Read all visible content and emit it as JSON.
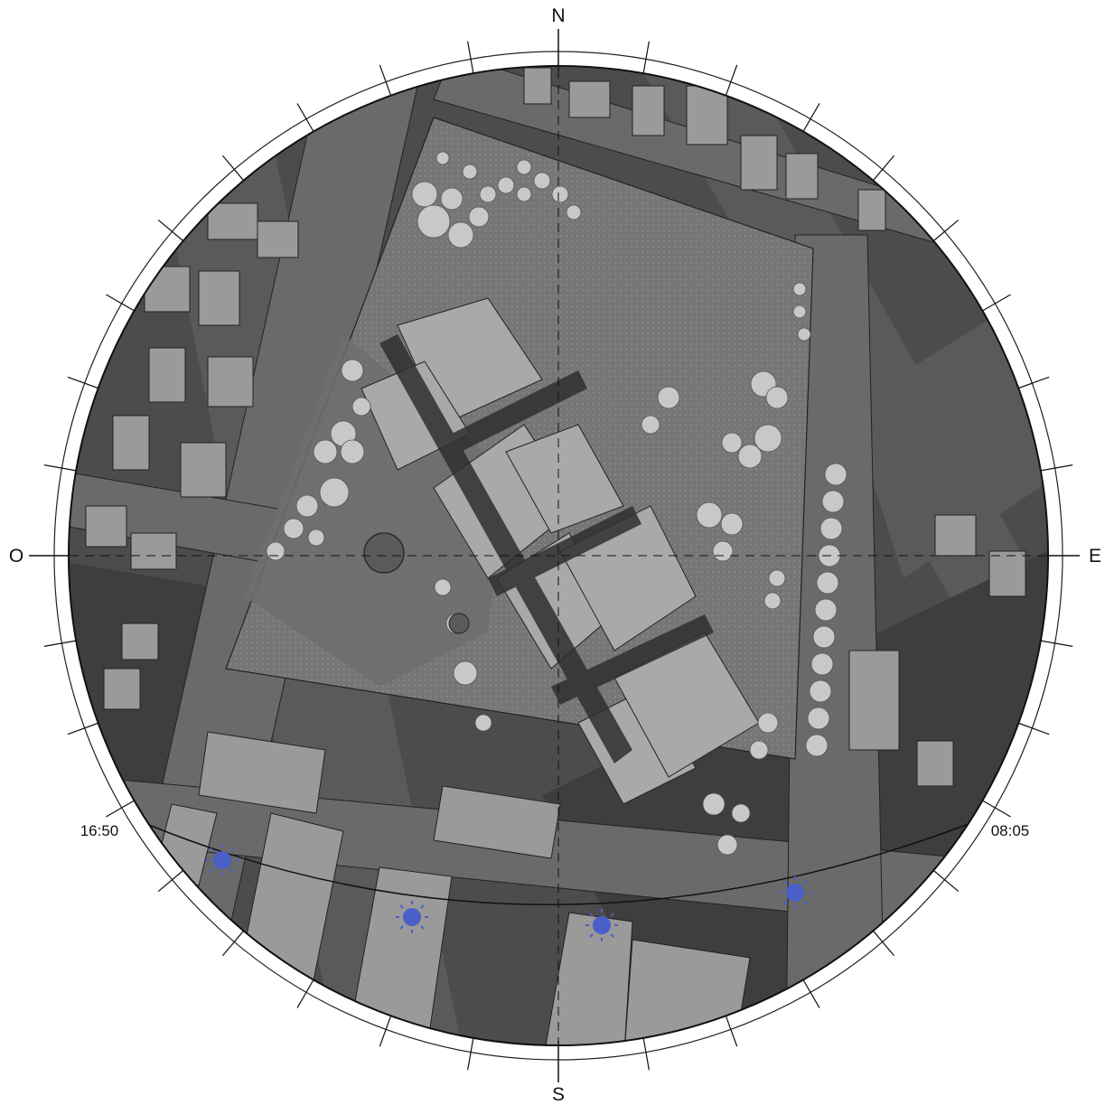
{
  "compass": {
    "north": "N",
    "south": "S",
    "east": "E",
    "west": "O"
  },
  "sun_path": {
    "start_time": "08:05",
    "end_time": "16:50",
    "sun_icon_name": "sun-icon",
    "sun_color": "#4a5fc7"
  },
  "map": {
    "background_dark": "#4c4c4c",
    "building_fill": "#9a9a9a",
    "main_building_fill": "#a9a9a9",
    "tree_fill": "#c8c8c8",
    "park_fill": "#6e6e6e"
  }
}
